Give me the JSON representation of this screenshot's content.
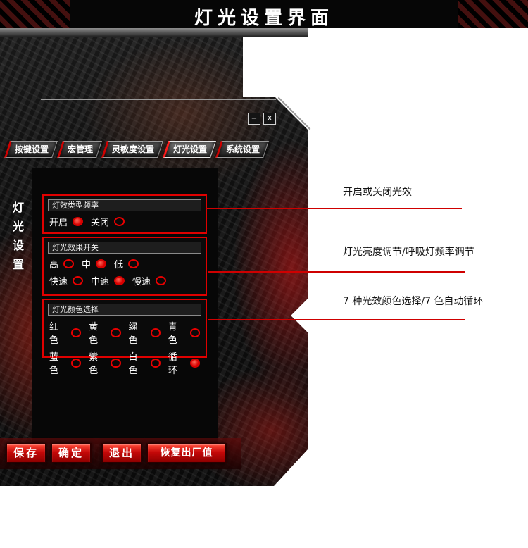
{
  "banner": {
    "title": "灯光设置界面"
  },
  "window": {
    "minimize_label": "−",
    "close_label": "X",
    "tabs": [
      {
        "label": "按键设置",
        "active": false
      },
      {
        "label": "宏管理",
        "active": false
      },
      {
        "label": "灵敏度设置",
        "active": false
      },
      {
        "label": "灯光设置",
        "active": true
      },
      {
        "label": "系统设置",
        "active": false
      }
    ],
    "side_label": "灯光设置",
    "sections": [
      {
        "header": "灯效类型频率",
        "rows": [
          {
            "options": [
              {
                "label": "开启",
                "selected": true
              },
              {
                "label": "关闭",
                "selected": false
              }
            ]
          }
        ]
      },
      {
        "header": "灯光效果开关",
        "rows": [
          {
            "options": [
              {
                "label": "高",
                "selected": false
              },
              {
                "label": "中",
                "selected": true
              },
              {
                "label": "低",
                "selected": false
              }
            ]
          },
          {
            "options": [
              {
                "label": "快速",
                "selected": false
              },
              {
                "label": "中速",
                "selected": true
              },
              {
                "label": "慢速",
                "selected": false
              }
            ]
          }
        ]
      },
      {
        "header": "灯光颜色选择",
        "rows": [
          {
            "options": [
              {
                "label": "红色",
                "selected": false
              },
              {
                "label": "黄色",
                "selected": false
              },
              {
                "label": "绿色",
                "selected": false
              },
              {
                "label": "青色",
                "selected": false
              }
            ]
          },
          {
            "options": [
              {
                "label": "蓝色",
                "selected": false
              },
              {
                "label": "紫色",
                "selected": false
              },
              {
                "label": "白色",
                "selected": false
              },
              {
                "label": "循环",
                "selected": true
              }
            ]
          }
        ]
      }
    ],
    "buttons": [
      {
        "label": "保存"
      },
      {
        "label": "确定"
      },
      {
        "label": "退出"
      },
      {
        "label": "恢复出厂值"
      }
    ]
  },
  "annotations": [
    {
      "text": "开启或关闭光效"
    },
    {
      "text": "灯光亮度调节/呼吸灯频率调节"
    },
    {
      "text": "7 种光效颜色选择/7 色自动循环"
    }
  ],
  "colors": {
    "accent_red": "#d70000",
    "line_red": "#cf0000",
    "panel_black": "#0a0a0a"
  }
}
